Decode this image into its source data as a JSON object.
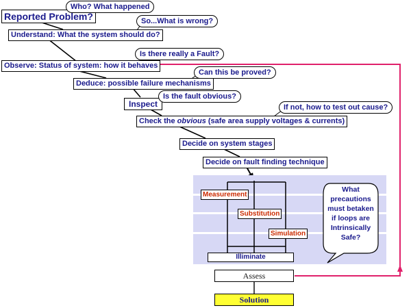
{
  "steps": {
    "reported": "Reported Problem?",
    "understand": "Understand: What the system should do?",
    "observe": "Observe: Status of system:  how  it behaves",
    "deduce": "Deduce: possible failure mechanisms",
    "inspect": "Inspect",
    "check_pre": "Check the ",
    "check_em": "obvious",
    "check_post": " (safe area supply voltages & currents)",
    "stages": "Decide on system stages",
    "technique": "Decide on fault finding technique"
  },
  "questions": {
    "who": "Who? What happened",
    "what_wrong": "So...What is wrong?",
    "fault": "Is there really a Fault?",
    "proved": "Can this be proved?",
    "obvious": "Is the fault obvious?",
    "test": "If not, how  to test out cause?"
  },
  "methods": {
    "measurement": "Measurement",
    "substitution": "Substitution",
    "simulation": "Simulation"
  },
  "illuminate": "Illiminate",
  "callout_lines": [
    "What",
    "precautions",
    "must betaken",
    "if loops are",
    "Intrinsically",
    "Safe?"
  ],
  "assess": "Assess",
  "solution": "Solution",
  "colors": {
    "text": "#1a1a8c",
    "method_text": "#cc2b00",
    "panel": "#d7d8f5",
    "feedback_arrow": "#e0206a",
    "solution_fill": "#ffff33"
  }
}
